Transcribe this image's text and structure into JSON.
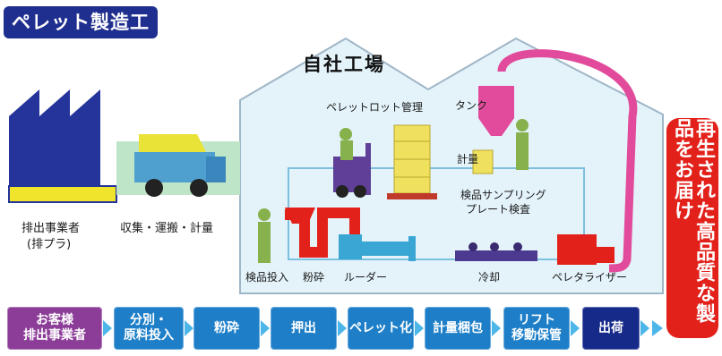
{
  "title": "ペレット製造工程",
  "factory_label": "自社工場",
  "labels": {
    "emitter": [
      "排出事業者",
      "(排プラ)"
    ],
    "transport": "収集・運搬・計量",
    "lot": "ペレットロット管理",
    "tank": "タンク",
    "weigh": "計量",
    "sampling": [
      "検品サンプリング",
      "プレート検査"
    ],
    "inspect_input": "検品投入",
    "crush": "粉砕",
    "extruder": "ルーダー",
    "cooling": "冷却",
    "pelletizer": "ペレタライザー"
  },
  "deliver": "再生された高品質な製品をお届け",
  "steps": [
    "お客様\n排出事業者",
    "分別・\n原料投入",
    "粉砕",
    "押出",
    "ペレット化",
    "計量梱包",
    "リフト\n移動保管",
    "出荷"
  ],
  "colors": {
    "title_bg": "#1f2f8f",
    "first_step": "#8c3d98",
    "step": "#1e7fc8",
    "last_step": "#162a8a",
    "arrow": "#4db6e9",
    "deliver_bg": "#e3211b",
    "pipe_red": "#e3211b",
    "pipe_pink": "#e24b9b",
    "factory_fill": "#e4f3fa"
  }
}
